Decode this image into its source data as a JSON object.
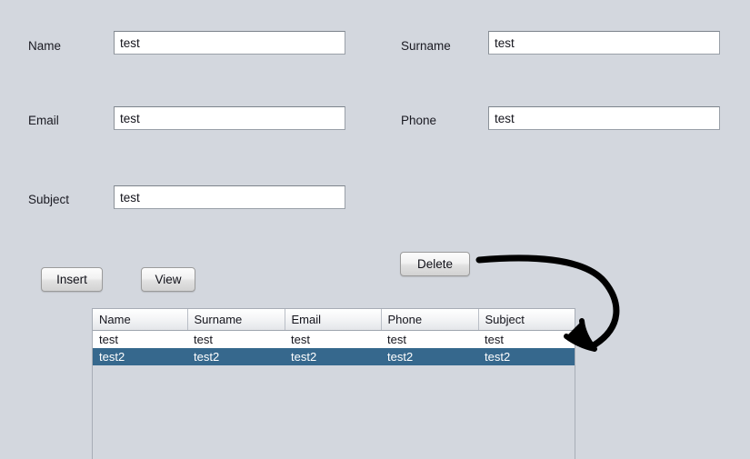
{
  "window": {
    "background_color": "#d3d7de"
  },
  "form": {
    "fields": [
      {
        "label": "Name",
        "value": "test",
        "placeholder": ""
      },
      {
        "label": "Surname",
        "value": "test",
        "placeholder": ""
      },
      {
        "label": "Email",
        "value": "test",
        "placeholder": ""
      },
      {
        "label": "Phone",
        "value": "test",
        "placeholder": ""
      },
      {
        "label": "Subject",
        "value": "test",
        "placeholder": ""
      }
    ]
  },
  "buttons": {
    "insert": "Insert",
    "view": "View",
    "delete": "Delete"
  },
  "grid": {
    "columns": [
      "Name",
      "Surname",
      "Email",
      "Phone",
      "Subject"
    ],
    "rows": [
      {
        "cells": [
          "test",
          "test",
          "test",
          "test",
          "test"
        ],
        "selected": false
      },
      {
        "cells": [
          "test2",
          "test2",
          "test2",
          "test2",
          "test2"
        ],
        "selected": true
      }
    ],
    "selected_row_color": "#36688d",
    "header_text_color": "#14141c"
  },
  "annotation": {
    "arrow_name": "curved-arrow-annotation",
    "arrow_color": "#000000",
    "points_from": "Delete",
    "points_to": "selected-row"
  }
}
